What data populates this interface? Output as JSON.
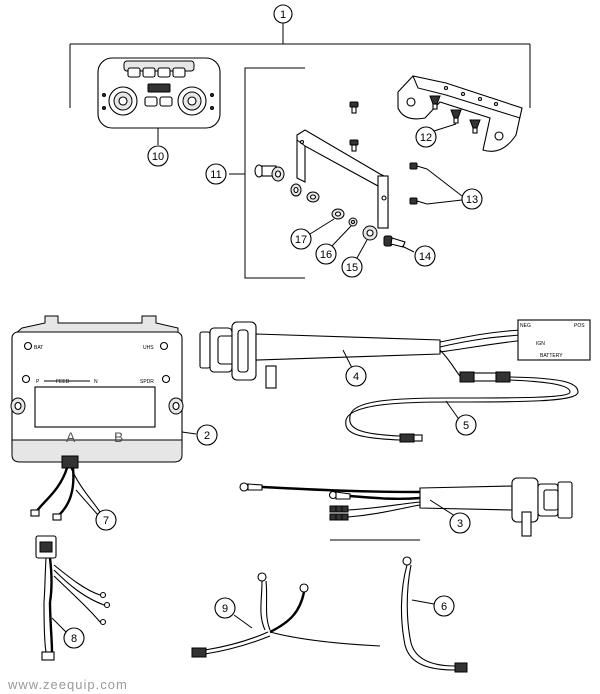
{
  "callouts": [
    "1",
    "2",
    "3",
    "4",
    "5",
    "6",
    "7",
    "8",
    "9",
    "10",
    "11",
    "12",
    "13",
    "14",
    "15",
    "16",
    "17"
  ],
  "module_labels": {
    "bat": "BAT",
    "uhs": "UHS",
    "p": "P",
    "feed": "FEED",
    "n": "N",
    "spdr": "SPDR",
    "a": "A",
    "b": "B"
  },
  "harness_labels": {
    "neg": "NEG",
    "pos": "POS",
    "ign": "IGN",
    "battery": "BATTERY"
  },
  "watermark": "www.zeequip.com"
}
